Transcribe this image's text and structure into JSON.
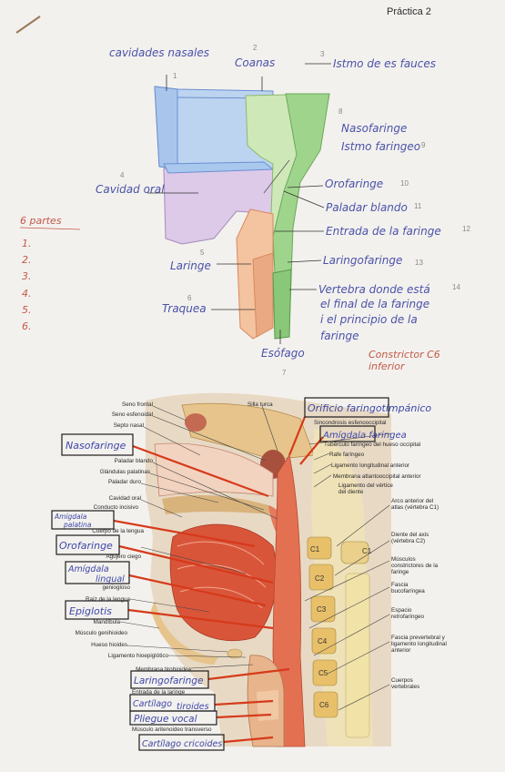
{
  "header": {
    "practice": "Práctica 2"
  },
  "top_diagram": {
    "labels": {
      "cavidades_nasales": "cavidades nasales",
      "coanas": "Coanas",
      "istmo_fauces": "Istmo de es fauces",
      "nasofaringe": "Nasofaringe",
      "istmo_faringeo": "Istmo faringeo",
      "cavidad_oral": "Cavidad oral",
      "orofaringe": "Orofaringe",
      "paladar_blando": "Paladar blando",
      "entrada_faringe": "Entrada de la faringe",
      "laringe": "Laringe",
      "laringofaringe": "Laringofaringe",
      "traquea": "Traquea",
      "vertebra_note_1": "Vertebra donde está",
      "vertebra_note_2": "el final de la faringe",
      "vertebra_note_3": "i el principio de la",
      "vertebra_note_4": "faringe",
      "esofago": "Esófago",
      "constrictor_1": "Constrictor C6",
      "constrictor_2": "inferior"
    },
    "numbers": [
      "1",
      "2",
      "3",
      "4",
      "5",
      "6",
      "7",
      "8",
      "9",
      "10",
      "11",
      "12",
      "13",
      "14"
    ],
    "partes": {
      "title": "6 partes",
      "items": [
        "1.",
        "2.",
        "3.",
        "4.",
        "5.",
        "6."
      ]
    }
  },
  "anatomy": {
    "left_printed": [
      "Seno frontal",
      "Seno esfenoidal",
      "Septo nasal",
      "Paladar blando",
      "Glándulas palatinas",
      "Paladar duro",
      "Cavidad oral",
      "Conducto incisivo",
      "Cuerpo de la lengua",
      "Agujero ciego",
      "geniogloso",
      "Raíz de la lengua",
      "Mandíbula",
      "Músculo genihioideo",
      "Hueso hioides",
      "Ligamento hioepiglótico",
      "Membrana tirohioidea",
      "Entrada de la laringe",
      "Músculo aritenoideo transverso"
    ],
    "right_printed": [
      "Silla turca",
      "Sincondrosis esfenooccipital",
      "Tubérculo faríngeo del hueso occipital",
      "Rafe faríngeo",
      "Ligamento longitudinal anterior",
      "Membrana atlantooccipital anterior",
      "Ligamento del vértice del diente",
      "Arco anterior del atlas (vértebra C1)",
      "Diente del axis (vértebra C2)",
      "Músculos constrictores de la faringe",
      "Fascia bucofaríngea",
      "Espacio retrofaríngeo",
      "Fascia prevertebral y ligamento longitudinal anterior",
      "Cuerpos vertebrales"
    ],
    "boxed": {
      "orificio": "Orificio faringotimpánico",
      "amigdala_faringea": "Amígdala faringea",
      "nasofaringe": "Nasofaringe",
      "amigdala_palatina_1": "Amígdala",
      "amigdala_palatina_2": "palatina",
      "orofaringe": "Orofaringe",
      "amigdala_lingual_1": "Amígdala",
      "amigdala_lingual_2": "lingual",
      "epiglotis": "Epiglotis",
      "laringofaringe": "Laringofaringe",
      "cartilago_tiroides_1": "Cartílago",
      "cartilago_tiroides_2": "tiroides",
      "pliegue_vocal": "Pliegue vocal",
      "cartilago_cricoides": "Cartílago cricoides"
    },
    "vertebrae": [
      "C1",
      "C1",
      "C2",
      "C3",
      "C4",
      "C5",
      "C6"
    ]
  },
  "colors": {
    "ink_blue": "#4a52a8",
    "ink_red": "#c25a48",
    "paper": "#f3f1ee",
    "muscle": "#d9553a"
  }
}
